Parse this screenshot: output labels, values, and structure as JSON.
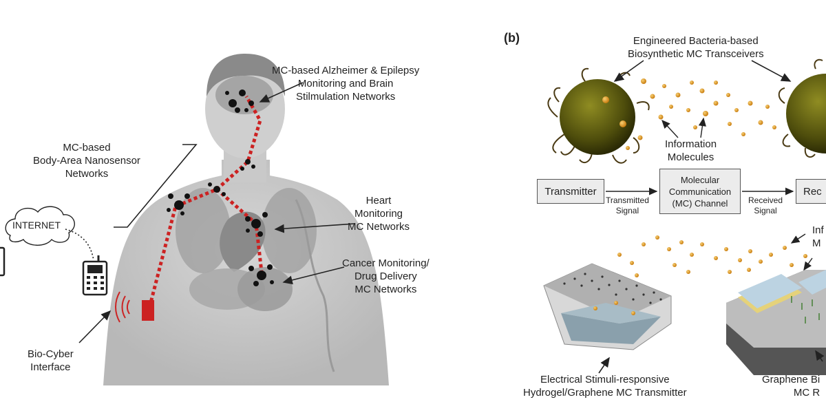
{
  "panel_b_letter": "(b)",
  "panel_a": {
    "brain_label": "MC-based Alzheimer & Epilepsy\nMonitoring and Brain\nStilmulation Networks",
    "body_area_label": "MC-based\nBody-Area Nanosensor\nNetworks",
    "heart_label": "Heart\nMonitoring\nMC Networks",
    "cancer_label": "Cancer Monitoring/\nDrug Delivery\nMC Networks",
    "internet_label": "INTERNET",
    "bio_cyber_label": "Bio-Cyber\nInterface"
  },
  "panel_b": {
    "bacteria_label": "Engineered Bacteria-based\nBiosynthetic MC Transceivers",
    "info_molecules_label": "Information\nMolecules",
    "info_molecules_right_partial": "Inf\nM",
    "block": {
      "transmitter": "Transmitter",
      "channel": "Molecular\nCommunication\n(MC) Channel",
      "receiver_partial": "Rec",
      "transmitted_signal": "Transmitted\nSignal",
      "received_signal": "Received\nSignal"
    },
    "hydrogel_label": "Electrical Stimuli-responsive\nHydrogel/Graphene MC Transmitter",
    "graphene_partial_label": "Graphene Bi\nMC R"
  },
  "colors": {
    "link_red": "#cc2222",
    "particle_orange": "#e8a02a",
    "bacteria_olive": "#6b6a14",
    "node_black": "#111111"
  }
}
